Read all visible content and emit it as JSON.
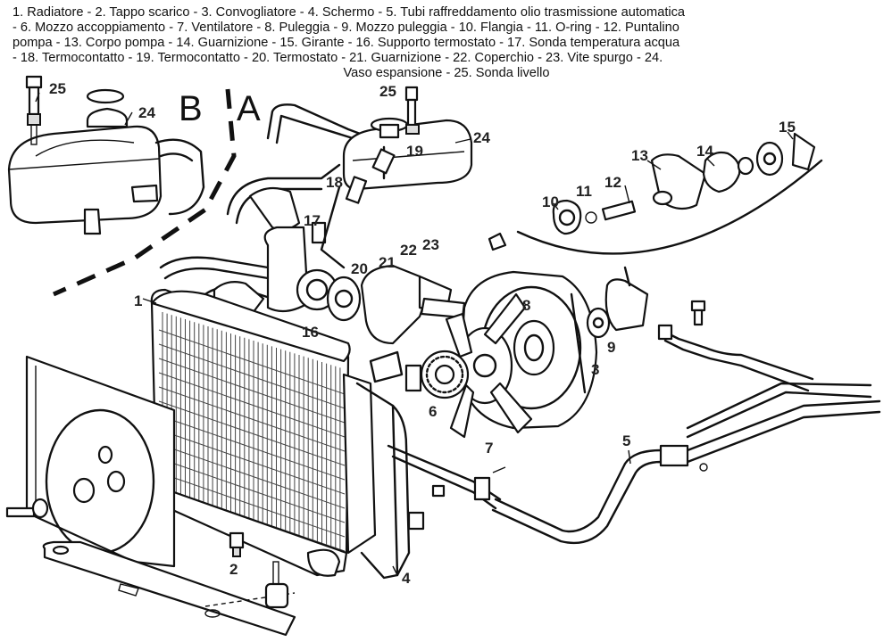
{
  "legend": {
    "lines": [
      "1. Radiatore - 2. Tappo scarico - 3. Convogliatore - 4. Schermo - 5. Tubi raffreddamento olio trasmissione automatica",
      "- 6. Mozzo accoppiamento - 7. Ventilatore - 8. Puleggia - 9. Mozzo puleggia - 10. Flangia - 11. O-ring - 12. Puntalino",
      "pompa - 13. Corpo pompa - 14. Guarnizione - 15. Girante - 16. Supporto termostato - 17. Sonda temperatura acqua",
      "- 18. Termocontatto - 19. Termocontatto - 20. Termostato - 21. Guarnizione - 22. Coperchio - 23. Vite spurgo - 24.",
      "Vaso espansione - 25. Sonda livello"
    ]
  },
  "sections": {
    "b": "B",
    "a": "A"
  },
  "callouts": {
    "c1": "1",
    "c2": "2",
    "c3": "3",
    "c4": "4",
    "c5": "5",
    "c6": "6",
    "c7": "7",
    "c8": "8",
    "c9": "9",
    "c10": "10",
    "c11": "11",
    "c12": "12",
    "c13": "13",
    "c14": "14",
    "c15": "15",
    "c16": "16",
    "c17": "17",
    "c18": "18",
    "c19": "19",
    "c20": "20",
    "c21": "21",
    "c22": "22",
    "c23": "23",
    "c24b": "24",
    "c24a": "24",
    "c25b": "25",
    "c25a": "25"
  }
}
